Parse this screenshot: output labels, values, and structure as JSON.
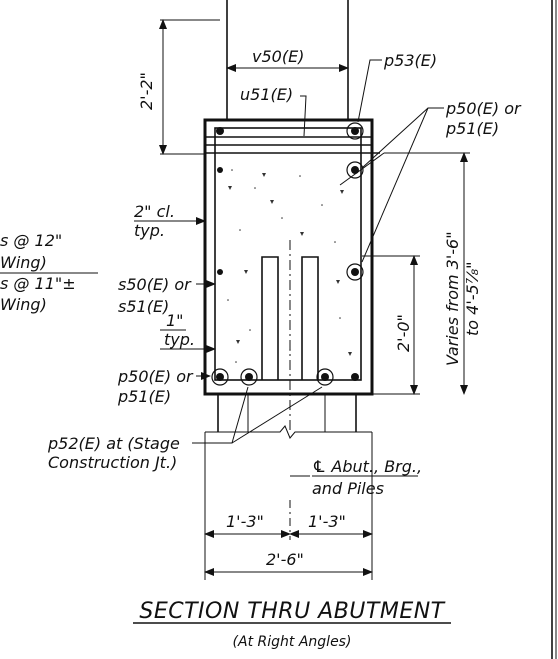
{
  "labels": {
    "dim_top_2ft2": "2'-2\"",
    "v50": "v50(E)",
    "p53": "p53(E)",
    "u51": "u51(E)",
    "p50_or_top": "p50(E) or",
    "p51_top": "p51(E)",
    "cl_2in": "2\" cl.",
    "cl_typ": "typ.",
    "wing_left_1": "s @ 12\"",
    "wing_left_2": "Wing)",
    "wing_left_3": "s @ 11\"±",
    "wing_left_4": "Wing)",
    "s50_or": "s50(E) or",
    "s51": "s51(E)",
    "in_1": "1\"",
    "in_typ": "typ.",
    "dim_2ft0": "2'-0\"",
    "varies_1": "Varies from 3'-6\"",
    "varies_2": "to 4'-5⁷⁄₈\"",
    "p50_or_bot": "p50(E) or",
    "p51_bot": "p51(E)",
    "p52_1": "p52(E) at (Stage",
    "p52_2": "Construction Jt.)",
    "cl_abut_1": "℄ Abut., Brg.,",
    "cl_abut_2": "and Piles",
    "dim_1ft3_left": "1'-3\"",
    "dim_1ft3_right": "1'-3\"",
    "dim_2ft6": "2'-6\""
  },
  "title": "SECTION THRU ABUTMENT",
  "subtitle": "(At Right Angles)"
}
